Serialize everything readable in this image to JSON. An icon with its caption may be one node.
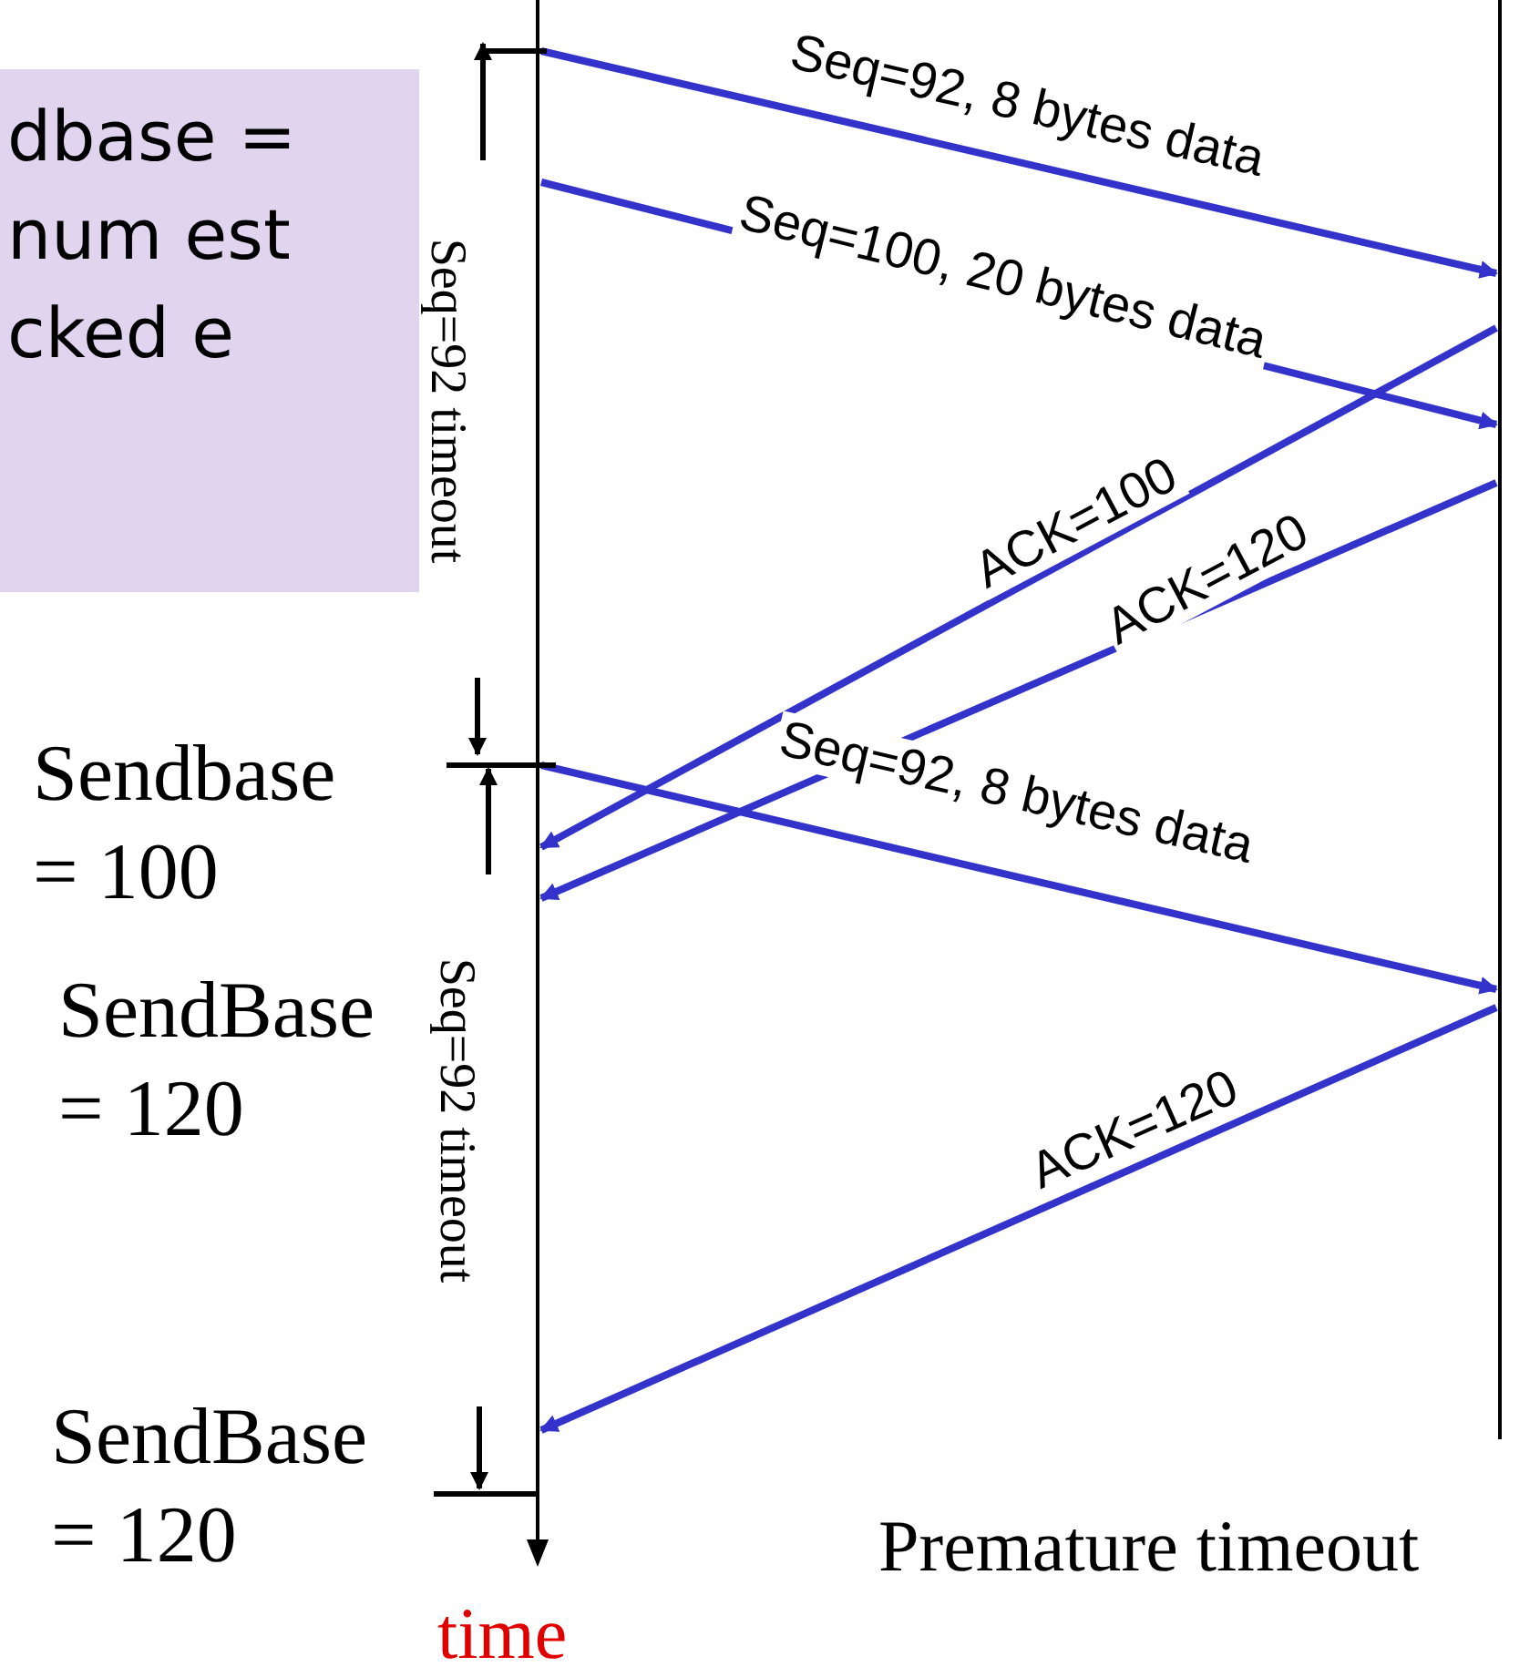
{
  "diagram": {
    "nodes": [
      {
        "text": [
          "dbase = num est cked e"
        ]
      },
      {
        "text": [],
        "shape": "bar"
      },
      {
        "text": [],
        "shape": "bar"
      }
    ],
    "edges": [
      {
        "from": 1,
        "to": 2,
        "arrow": "to",
        "label": "Seq=92, 8 bytes data"
      },
      {
        "from": 1,
        "to": 2,
        "arrow": "to",
        "label": "Seq=100, 20 bytes data"
      },
      {
        "from": 2,
        "to": 1,
        "arrow": "to",
        "label": "ACK=100"
      },
      {
        "from": 2,
        "to": 1,
        "arrow": "to",
        "label": "ACK=120"
      },
      {
        "from": 1,
        "to": 2,
        "arrow": "to",
        "label": "Seq=92, 8 bytes data"
      },
      {
        "from": 2,
        "to": 1,
        "arrow": "to",
        "label": "ACK=120"
      }
    ],
    "labels": [
      "Seq=92 timeout",
      "Sendbase = 100",
      "SendBase = 120",
      "Seq=92 timeout",
      "SendBase = 120",
      "Premature timeout",
      "time"
    ]
  }
}
